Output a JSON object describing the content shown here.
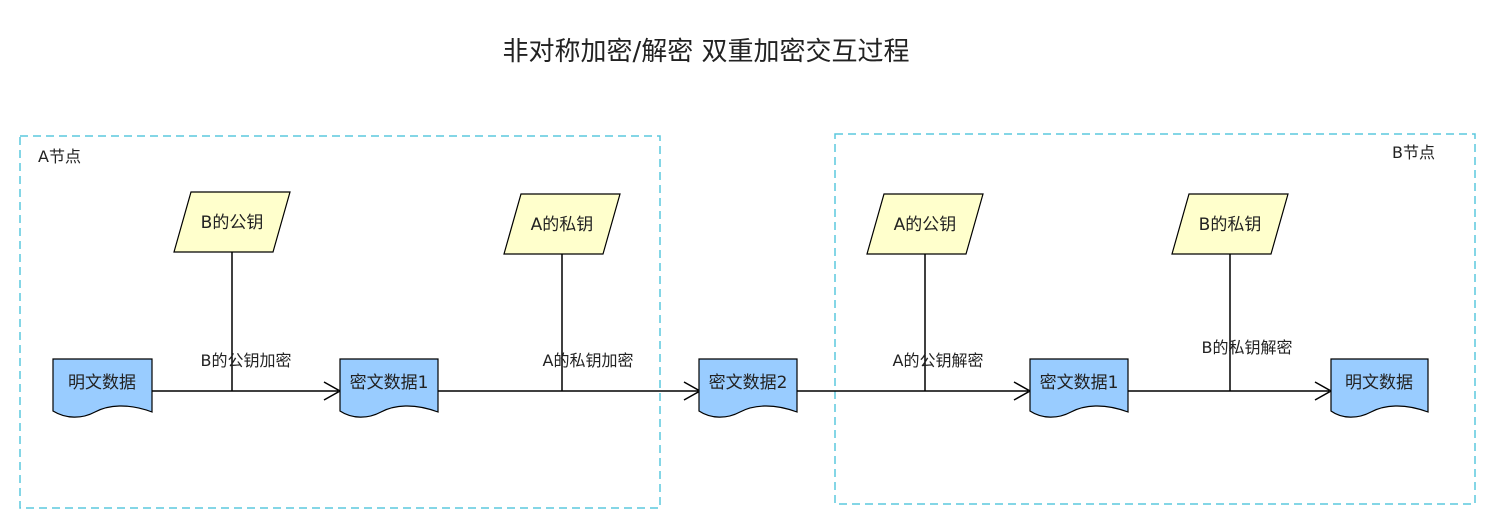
{
  "title": "非对称加密/解密  双重加密交互过程",
  "nodes": {
    "a": {
      "label": "A节点"
    },
    "b": {
      "label": "B节点"
    }
  },
  "keys": {
    "b_public": "B的公钥",
    "a_private": "A的私钥",
    "a_public": "A的公钥",
    "b_private": "B的私钥"
  },
  "documents": {
    "plain_a": "明文数据",
    "cipher1_a": "密文数据1",
    "cipher2": "密文数据2",
    "cipher1_b": "密文数据1",
    "plain_b": "明文数据"
  },
  "edge_labels": {
    "encrypt_b_public": "B的公钥加密",
    "encrypt_a_private": "A的私钥加密",
    "decrypt_a_public": "A的公钥解密",
    "decrypt_b_private": "B的私钥解密"
  },
  "colors": {
    "document_fill": "#99ccff",
    "key_fill": "#ffffcc",
    "node_border": "#5bc8dd",
    "line": "#000000"
  }
}
